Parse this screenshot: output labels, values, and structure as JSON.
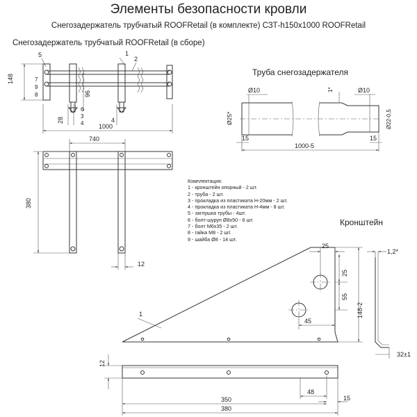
{
  "title": "Элементы безопасности кровли",
  "subtitle": "Снегозадержатель трубчатый  ROOFRetail (в комплекте)  СЗТ-h150x1000 ROOFRetail",
  "assembly": {
    "heading": "Снегозадержатель трубчатый  ROOFRetail  (в сборе)",
    "dims": {
      "height": "148",
      "length": "1000",
      "spacing": "740",
      "bracket_height": "380",
      "bracket_width": "12",
      "tube_offset": "96",
      "base_offset": "28",
      "base_thickness": "4"
    },
    "callouts": [
      "1",
      "2",
      "5",
      "7",
      "9",
      "8",
      "6",
      "3",
      "4"
    ]
  },
  "tube": {
    "heading": "Труба снегозадержателя",
    "dims": {
      "hole_left": "Ø10",
      "hole_right": "Ø10",
      "tolerance": "1*",
      "diameter": "Ø25*",
      "swage_diameter": "Ø22-0,5",
      "end_left": "15",
      "end_right": "15",
      "length": "1000-5"
    }
  },
  "kit": {
    "title": "Комплектация:",
    "items": [
      "1 - кронштейн опорный - 2 шт.",
      "2 - труба - 2 шт.",
      "3 - прокладка из пластиката Н-20мм - 2 шт.",
      "4 - прокладка из пластиката Н-4мм - 8 шт.",
      "5 - заглушка трубы - 4шт.",
      "6 - болт-шуруп Ø8х50 - 6 шт.",
      "7 - болт М6х35 - 2 шт.",
      "8 - гайка М8 - 2 шт.",
      "9 - шайба Ø8 - 14 шт."
    ]
  },
  "bracket": {
    "heading": "Кронштейн",
    "dims": {
      "top_width": "25",
      "hole_spacing_top": "25",
      "hole_spacing": "55",
      "height": "148-2",
      "hole_offset": "45",
      "thickness": "1,2*",
      "flange": "32±1",
      "base_height": "12",
      "hole_span": "350",
      "total_length": "380",
      "end_hole": "48",
      "end_offset": "15"
    },
    "callout": "1"
  }
}
